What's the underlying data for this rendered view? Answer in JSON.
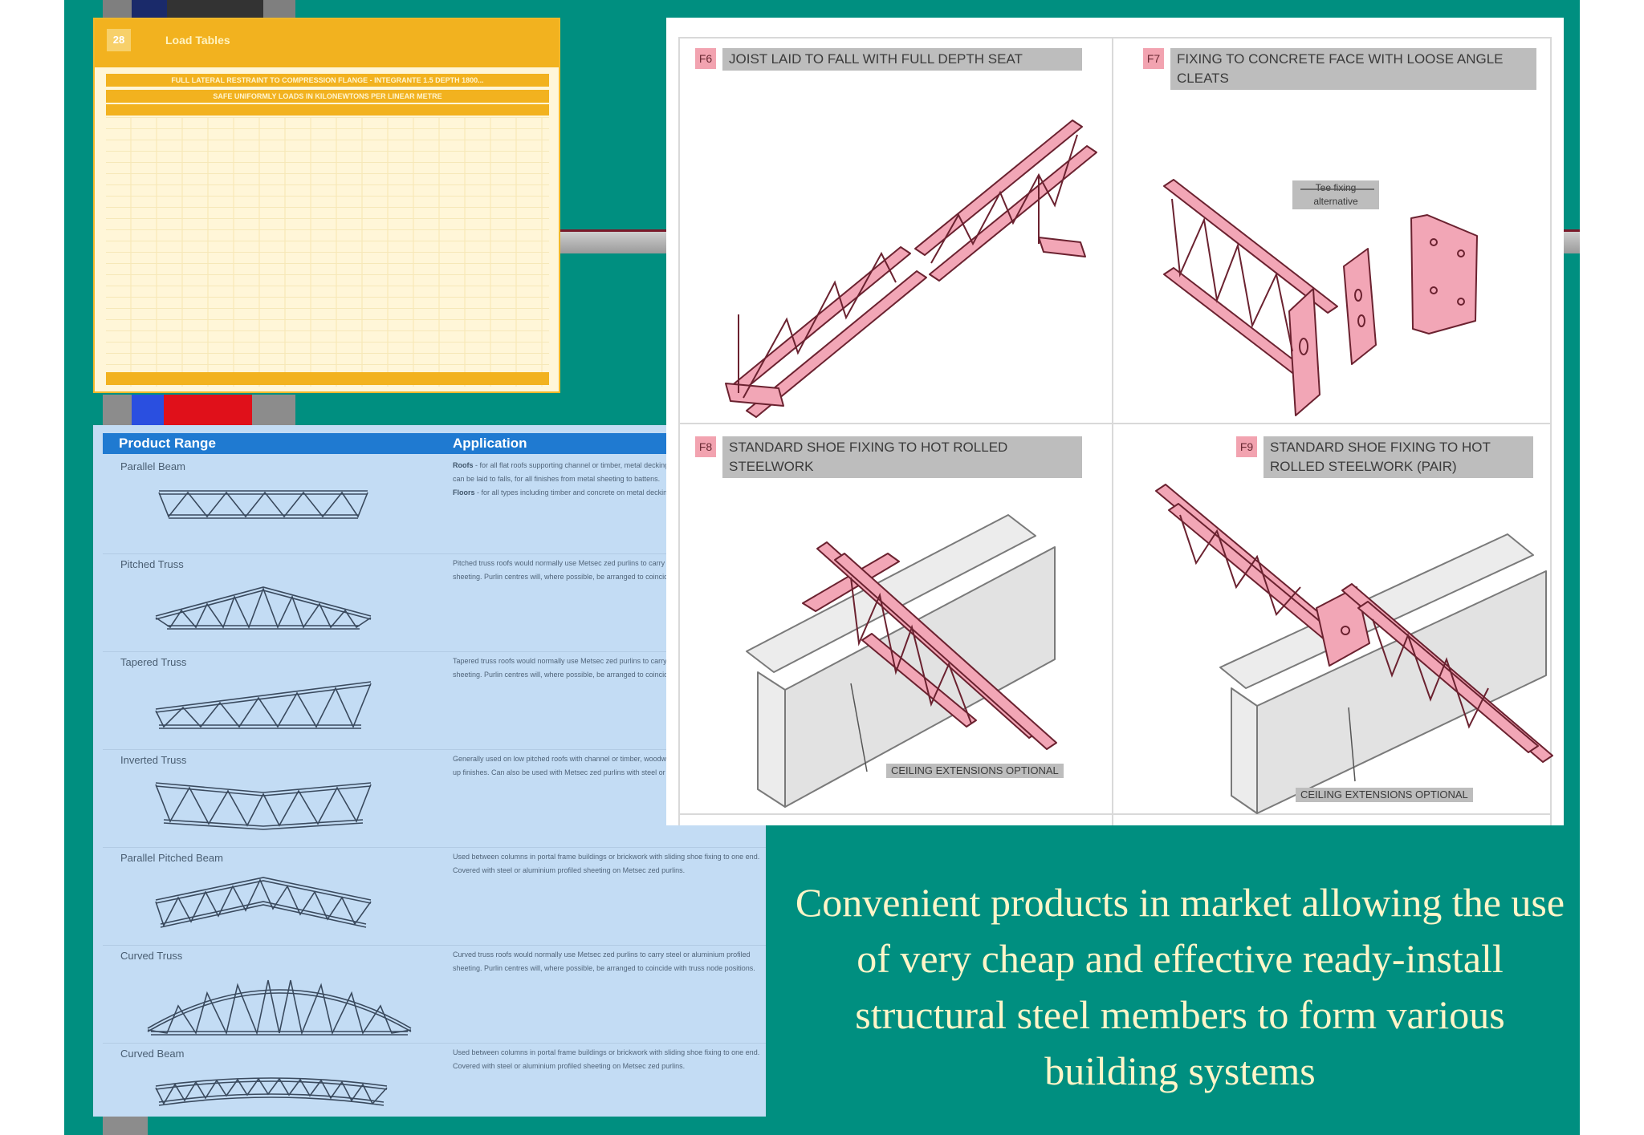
{
  "load_table": {
    "page_number": "28",
    "title": "Load Tables",
    "band_top": "FULL LATERAL RESTRAINT TO COMPRESSION FLANGE - INTEGRANTE 1.5 DEPTH 1800...",
    "band_sub": "SAFE UNIFORMLY LOADS IN KILONEWTONS PER LINEAR METRE"
  },
  "product_range": {
    "header_product": "Product Range",
    "header_application": "Application",
    "items": [
      {
        "name": "Parallel Beam",
        "app_bold1": "Roofs",
        "app1": " - for all flat roofs supporting channel or timber, metal decking or purlins. For pitched roofs can be laid to falls, for all finishes from metal sheeting to battens.",
        "app_bold2": "Floors",
        "app2": " - for all types including timber and concrete on metal decking"
      },
      {
        "name": "Pitched Truss",
        "app1": "Pitched truss roofs would normally use Metsec zed purlins to carry steel or aluminium profiled sheeting. Purlin centres will, where possible, be arranged to coincide with truss node positions."
      },
      {
        "name": "Tapered Truss",
        "app1": "Tapered truss roofs would normally use Metsec zed purlins to carry steel or aluminium profiled sheeting. Purlin centres will, where possible, be arranged to coincide with joist node positions."
      },
      {
        "name": "Inverted Truss",
        "app1": "Generally used on low pitched roofs with channel or timber, woodwool or metal decking and built up finishes. Can also be used with Metsec zed purlins with steel or aluminium profiled sheeting."
      },
      {
        "name": "Parallel Pitched Beam",
        "app1": "Used between columns in portal frame buildings or brickwork with sliding shoe fixing to one end. Covered with steel or aluminium profiled sheeting on Metsec zed purlins."
      },
      {
        "name": "Curved Truss",
        "app1": "Curved truss roofs would normally use Metsec zed purlins to carry steel or aluminium profiled sheeting. Purlin centres will, where possible, be arranged to coincide with truss node positions."
      },
      {
        "name": "Curved Beam",
        "app1": "Used between columns in portal frame buildings or brickwork with sliding shoe fixing to one end. Covered with steel or aluminium profiled sheeting on Metsec zed purlins."
      }
    ]
  },
  "diagrams": {
    "f6": {
      "num": "F6",
      "caption": "Joist laid to fall with full depth seat"
    },
    "f7": {
      "num": "F7",
      "caption": "Fixing to concrete face with loose angle cleats",
      "tee_label": "Tee fixing alternative"
    },
    "f8": {
      "num": "F8",
      "caption": "Standard shoe fixing to hot rolled steelwork",
      "note": "CEILING EXTENSIONS OPTIONAL"
    },
    "f9": {
      "num": "F9",
      "caption": "Standard shoe fixing to hot rolled steelwork (pair)",
      "note": "CEILING EXTENSIONS OPTIONAL"
    }
  },
  "caption": "Convenient products in market allowing the use of very cheap and effective ready-install structural steel members to form various building systems",
  "colors": {
    "background": "#008f80",
    "caption_text": "#fff5c8",
    "joist_pink": "#f2a6b6",
    "product_header_blue": "#1f7ad1",
    "load_table_yellow": "#f2b21f"
  }
}
